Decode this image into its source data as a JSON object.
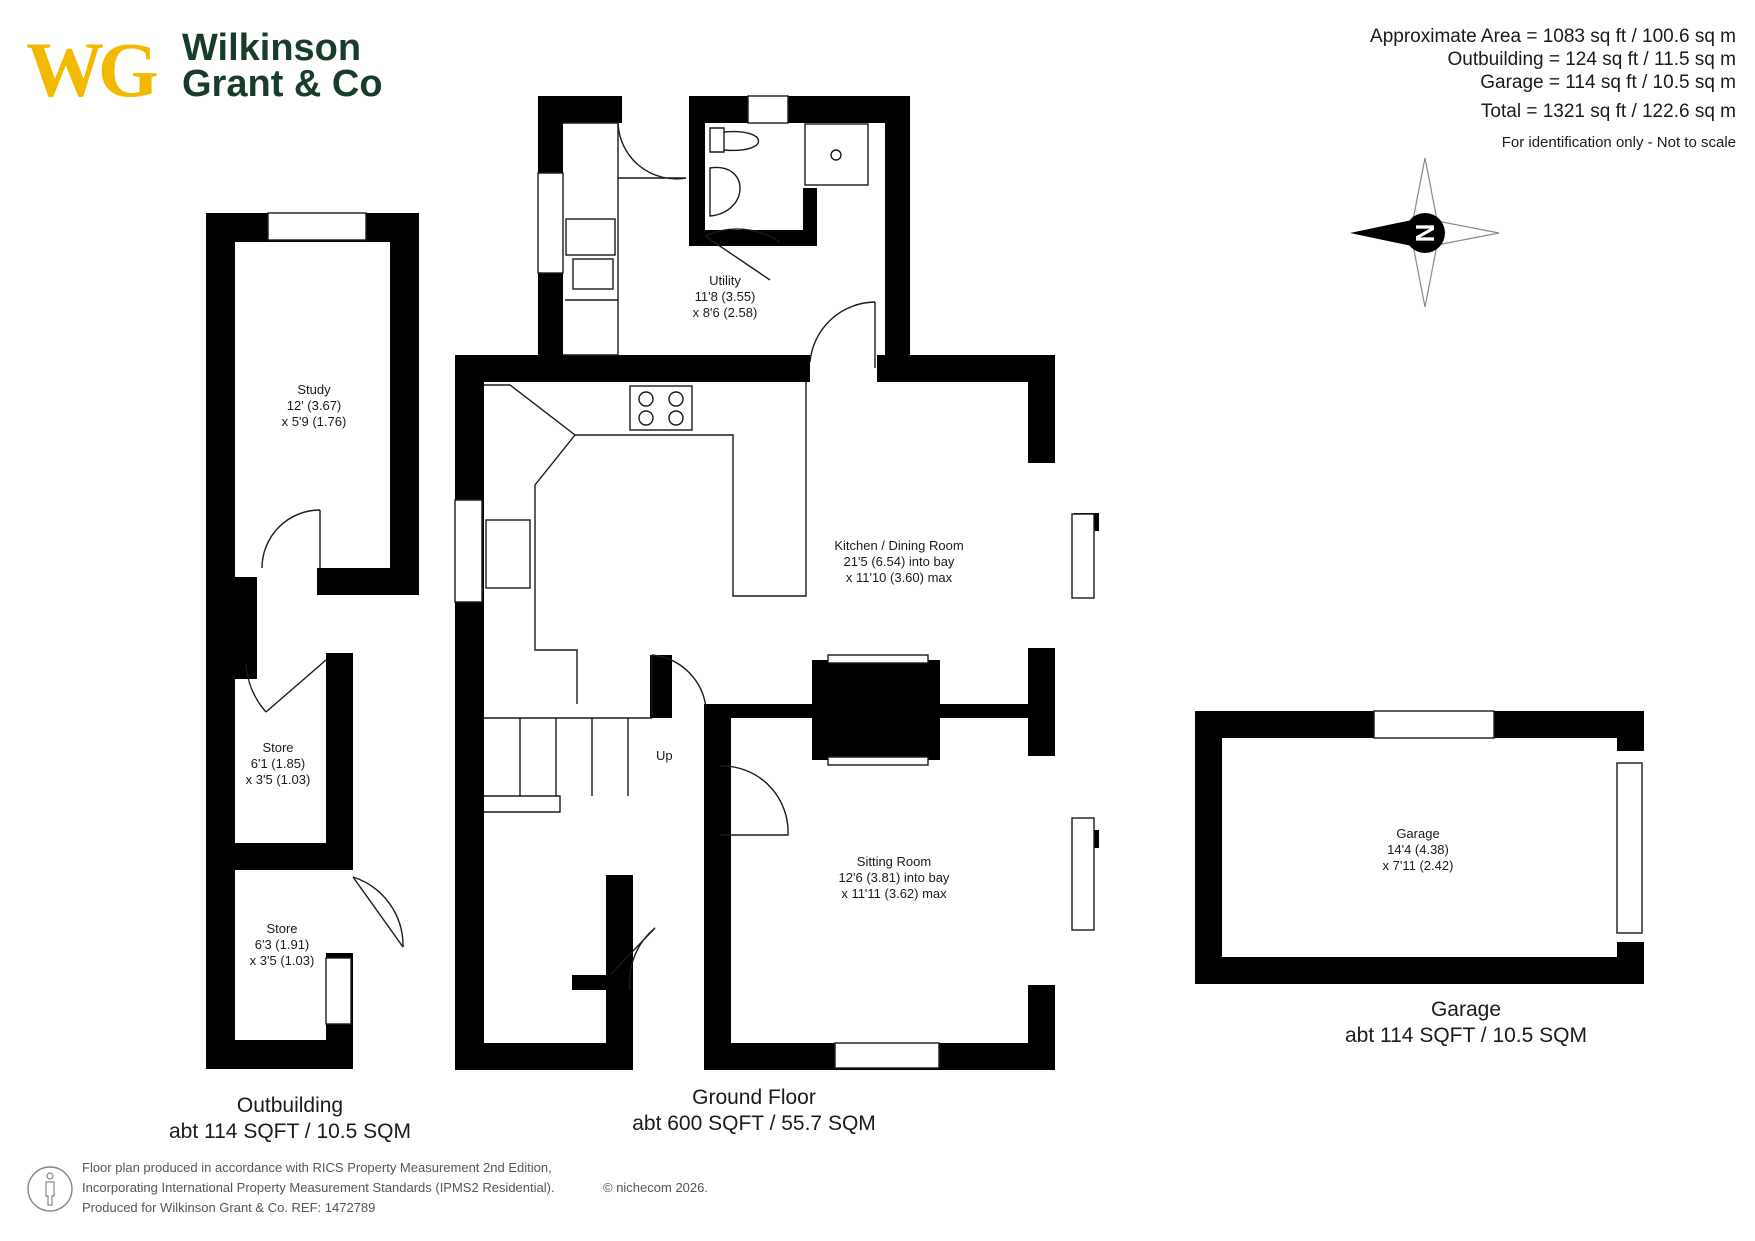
{
  "brand": {
    "logo_mark": "WG",
    "name_line1": "Wilkinson",
    "name_line2": "Grant & Co",
    "gold": "#f2b900",
    "green": "#173d2a"
  },
  "summary": {
    "line1": "Approximate Area = 1083 sq ft / 100.6 sq m",
    "line2": "Outbuilding = 124 sq ft / 11.5 sq m",
    "line3": "Garage = 114 sq ft / 10.5 sq m",
    "line4": "Total = 1321 sq ft / 122.6 sq m",
    "disclaimer": "For identification only - Not to scale"
  },
  "compass": {
    "letter": "N",
    "icon": "compass-icon"
  },
  "rooms": {
    "utility": {
      "name": "Utility",
      "dim1": "11'8 (3.55)",
      "dim2": "x 8'6 (2.58)"
    },
    "kitchen": {
      "name": "Kitchen / Dining Room",
      "dim1": "21'5 (6.54) into bay",
      "dim2": "x 11'10 (3.60) max"
    },
    "sitting": {
      "name": "Sitting Room",
      "dim1": "12'6 (3.81) into bay",
      "dim2": "x 11'11 (3.62) max"
    },
    "study": {
      "name": "Study",
      "dim1": "12' (3.67)",
      "dim2": "x 5'9 (1.76)"
    },
    "store1": {
      "name": "Store",
      "dim1": "6'1 (1.85)",
      "dim2": "x 3'5 (1.03)"
    },
    "store2": {
      "name": "Store",
      "dim1": "6'3 (1.91)",
      "dim2": "x 3'5 (1.03)"
    },
    "garage": {
      "name": "Garage",
      "dim1": "14'4 (4.38)",
      "dim2": "x 7'11 (2.42)"
    },
    "stairs": {
      "label": "Up"
    }
  },
  "floors": {
    "outbuilding": {
      "title": "Outbuilding",
      "area": "abt 114 SQFT / 10.5 SQM"
    },
    "ground": {
      "title": "Ground Floor",
      "area": "abt 600 SQFT / 55.7 SQM"
    },
    "garage": {
      "title": "Garage",
      "area": "abt 114 SQFT / 10.5 SQM"
    }
  },
  "footer": {
    "line1": "Floor plan produced in accordance with RICS Property Measurement 2nd Edition,",
    "line2": "Incorporating International Property Measurement Standards (IPMS2 Residential).",
    "credit": "© nichecom  2026.",
    "line3": "Produced for Wilkinson Grant & Co.   REF:  1472789",
    "icon": "person-icon"
  }
}
